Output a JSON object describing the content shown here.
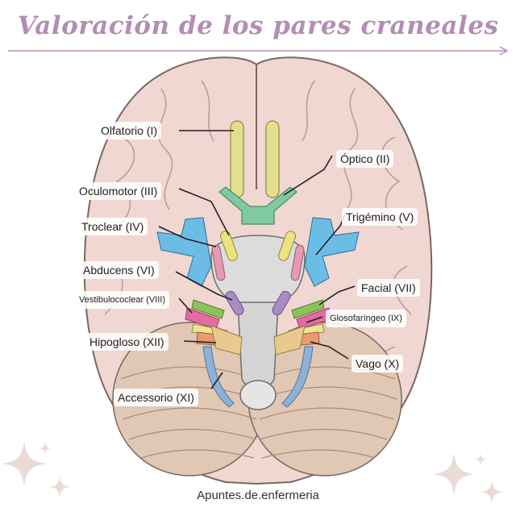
{
  "header": {
    "title": "Valoración de los pares craneales",
    "accent_color": "#b48db4"
  },
  "nerves": [
    {
      "id": "olfatorio",
      "label": "Olfatorio (I)",
      "color": "#e2df8e"
    },
    {
      "id": "optico",
      "label": "Óptico (II)",
      "color": "#7fc9a3"
    },
    {
      "id": "oculomotor",
      "label": "Oculomotor (III)",
      "color": "#ebe47e"
    },
    {
      "id": "troclear",
      "label": "Troclear (IV)",
      "color": "#e49ab0"
    },
    {
      "id": "trigemino",
      "label": "Trigémino (V)",
      "color": "#6cbde6"
    },
    {
      "id": "abducens",
      "label": "Abducens (VI)",
      "color": "#a98cc2"
    },
    {
      "id": "facial",
      "label": "Facial (VII)",
      "color": "#8cc25a"
    },
    {
      "id": "vestibulococlear",
      "label": "Vestibulococlear (VIII)",
      "color": "#e46ba0"
    },
    {
      "id": "glosofaringeo",
      "label": "Glosofaríngeo (IX)",
      "color": "#efe493"
    },
    {
      "id": "vago",
      "label": "Vago (X)",
      "color": "#e99a6e"
    },
    {
      "id": "hipogloso",
      "label": "Hipogloso (XII)",
      "color": "#e8ca8e"
    },
    {
      "id": "accesorio",
      "label": "Accessorio (XI)",
      "color": "#8fb1d6"
    }
  ],
  "footer": {
    "credit": "Apuntes.de.enfermeria"
  }
}
